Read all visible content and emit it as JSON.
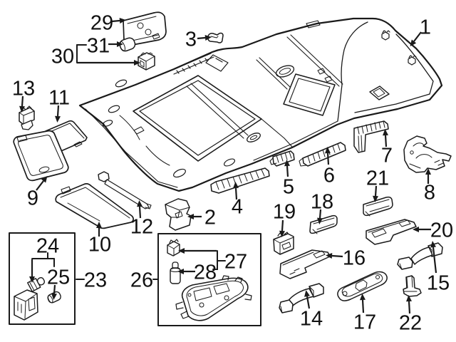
{
  "figure": {
    "type": "exploded-parts-diagram",
    "subject": "vehicle headliner and overhead interior trim",
    "background_color": "#ffffff",
    "line_color": "#1a1a1a",
    "label_color": "#111111"
  },
  "callouts": [
    {
      "number": "1"
    },
    {
      "number": "2"
    },
    {
      "number": "3"
    },
    {
      "number": "4"
    },
    {
      "number": "5"
    },
    {
      "number": "6"
    },
    {
      "number": "7"
    },
    {
      "number": "8"
    },
    {
      "number": "9"
    },
    {
      "number": "10"
    },
    {
      "number": "11"
    },
    {
      "number": "12"
    },
    {
      "number": "13"
    },
    {
      "number": "14"
    },
    {
      "number": "15"
    },
    {
      "number": "16"
    },
    {
      "number": "17"
    },
    {
      "number": "18"
    },
    {
      "number": "19"
    },
    {
      "number": "20"
    },
    {
      "number": "21"
    },
    {
      "number": "22"
    },
    {
      "number": "23"
    },
    {
      "number": "24"
    },
    {
      "number": "25"
    },
    {
      "number": "26"
    },
    {
      "number": "27"
    },
    {
      "number": "28"
    },
    {
      "number": "29"
    },
    {
      "number": "30"
    },
    {
      "number": "31"
    }
  ],
  "group_boxes": [
    {
      "for_callout": "23"
    },
    {
      "for_callout": "26"
    }
  ]
}
